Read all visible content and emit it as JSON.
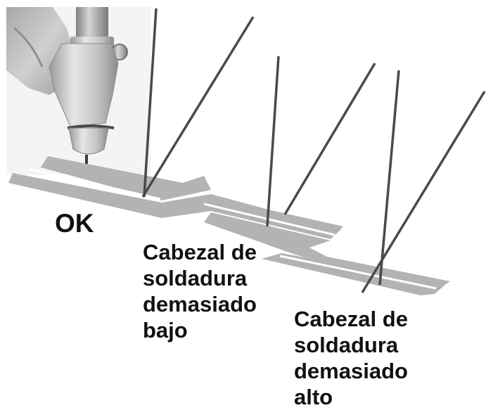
{
  "labels": {
    "ok": "OK",
    "too_low": "Cabezal de\nsoldadura\ndemasiado\nbajo",
    "too_high": "Cabezal de\nsoldadura\ndemasiado\nalto"
  },
  "colors": {
    "background": "#ffffff",
    "strip": "#b3b3b3",
    "wire": "#4a4a4a",
    "text": "#111111",
    "metal_light": "#d8d8d8",
    "metal_dark": "#8a8a8a"
  }
}
